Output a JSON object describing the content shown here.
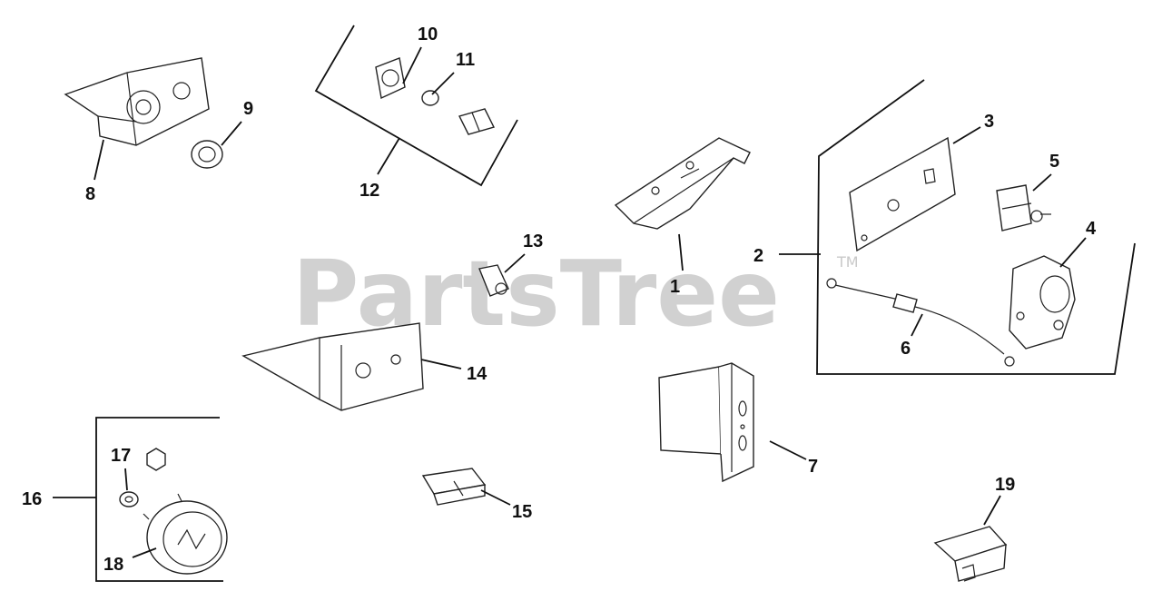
{
  "watermark": {
    "brand": "PartsTree",
    "trademark": "TM",
    "color": "#c9c9c9"
  },
  "callouts": [
    "1",
    "2",
    "3",
    "4",
    "5",
    "6",
    "7",
    "8",
    "9",
    "10",
    "11",
    "12",
    "13",
    "14",
    "15",
    "16",
    "17",
    "18",
    "19"
  ]
}
